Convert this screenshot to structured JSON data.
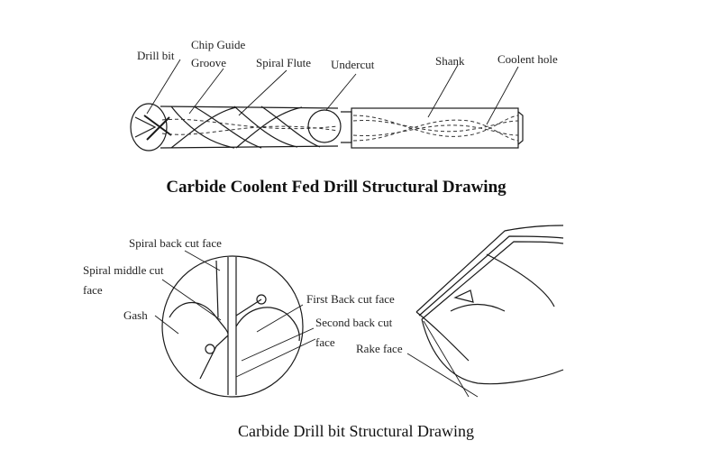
{
  "top_diagram": {
    "title": "Carbide Coolent Fed Drill Structural Drawing",
    "labels": {
      "drill_bit": "Drill bit",
      "chip_guide_1": "Chip Guide",
      "chip_guide_2": "Groove",
      "spiral_flute": "Spiral Flute",
      "undercut": "Undercut",
      "shank": "Shank",
      "coolent_hole": "Coolent hole"
    }
  },
  "bottom_diagram": {
    "title": "Carbide Drill bit Structural Drawing",
    "labels": {
      "spiral_back_cut_face": "Spiral back cut face",
      "spiral_middle_cut_1": "Spiral middle cut",
      "spiral_middle_cut_2": "face",
      "gash": "Gash",
      "first_back_cut_face": "First Back cut face",
      "second_back_cut_1": "Second back cut",
      "second_back_cut_2": "face",
      "rake_face": "Rake face"
    }
  },
  "colors": {
    "line": "#1a1a1a",
    "background": "#ffffff"
  }
}
